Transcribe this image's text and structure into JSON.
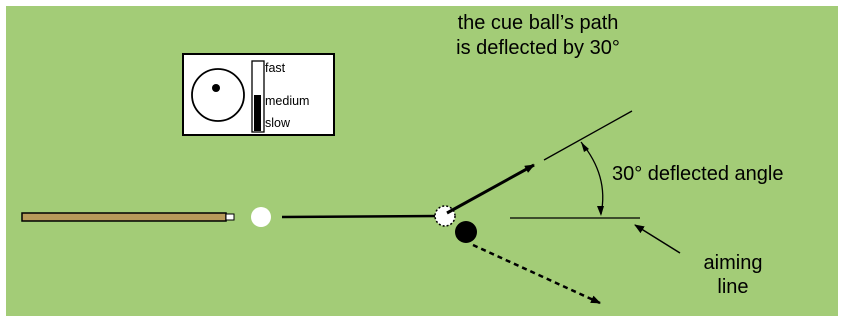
{
  "title": {
    "line1": "the cue ball’s path",
    "line2": "is deflected by 30°"
  },
  "deflection_label": "30° deflected angle",
  "aiming_label": {
    "line1": "aiming",
    "line2": "line"
  },
  "speed_panel": {
    "fast": "fast",
    "medium": "medium",
    "slow": "slow",
    "selected": "slow"
  },
  "colors": {
    "felt": "#a3cc77",
    "cue_stick": "#b89a5a",
    "cue_ball": "#ffffff",
    "object_ball": "#000000"
  }
}
